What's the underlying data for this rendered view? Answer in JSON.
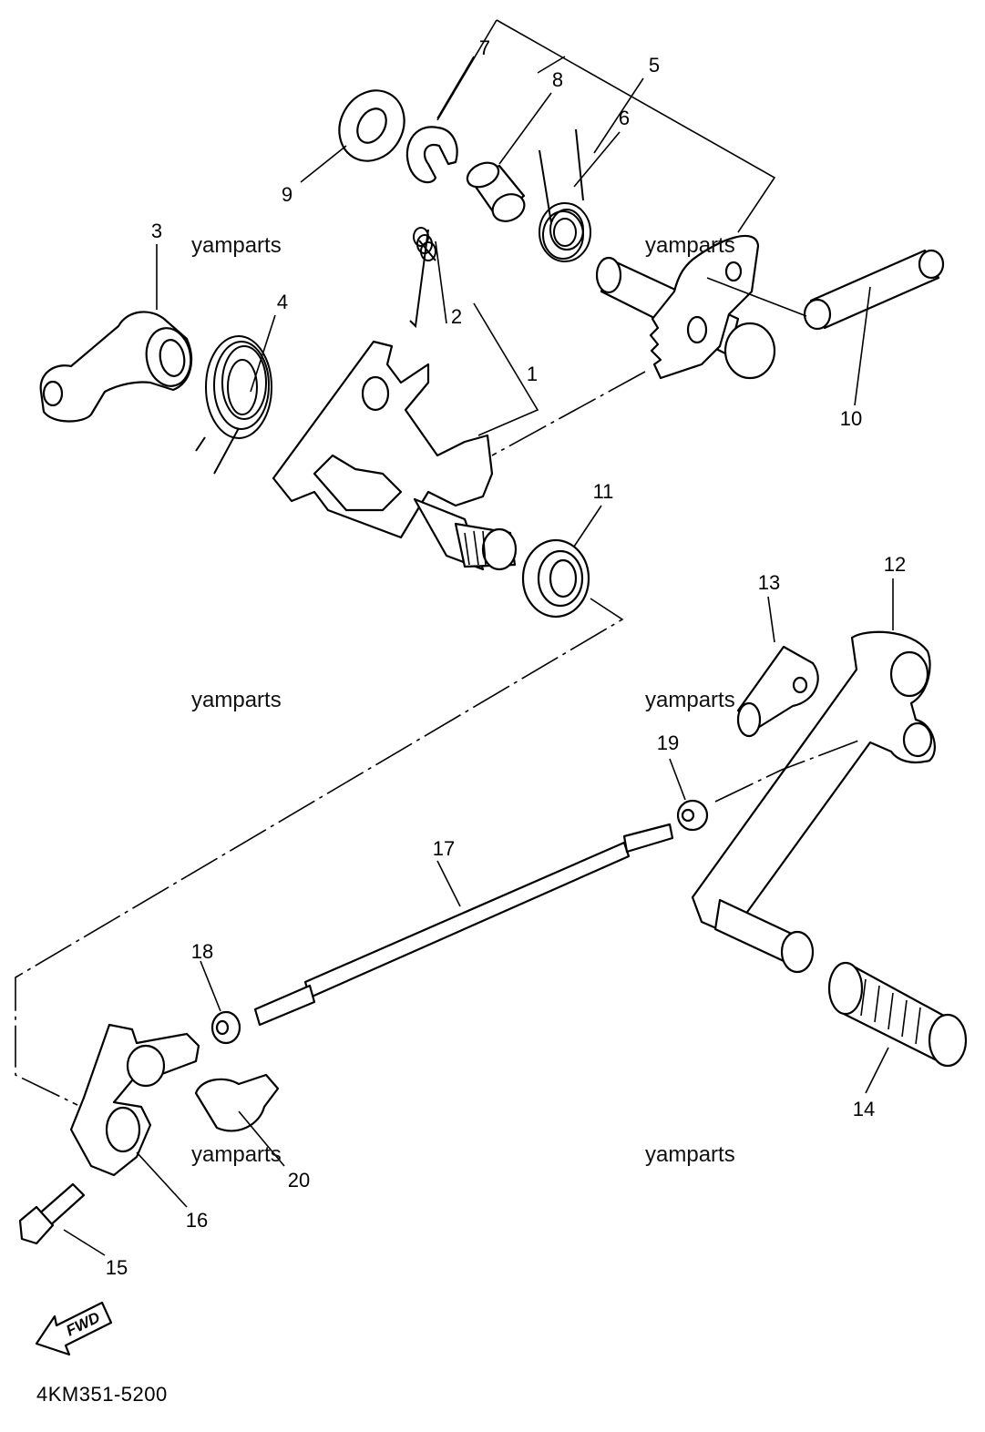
{
  "watermark": "yamparts",
  "diagram_code": "4KM351-5200",
  "fwd_label": "FWD",
  "callouts": {
    "c1": "1",
    "c2": "2",
    "c3": "3",
    "c4": "4",
    "c5": "5",
    "c6": "6",
    "c7": "7",
    "c8": "8",
    "c9": "9",
    "c10": "10",
    "c11": "11",
    "c12": "12",
    "c13": "13",
    "c14": "14",
    "c15": "15",
    "c16": "16",
    "c17": "17",
    "c18": "18",
    "c19": "19",
    "c20": "20"
  }
}
